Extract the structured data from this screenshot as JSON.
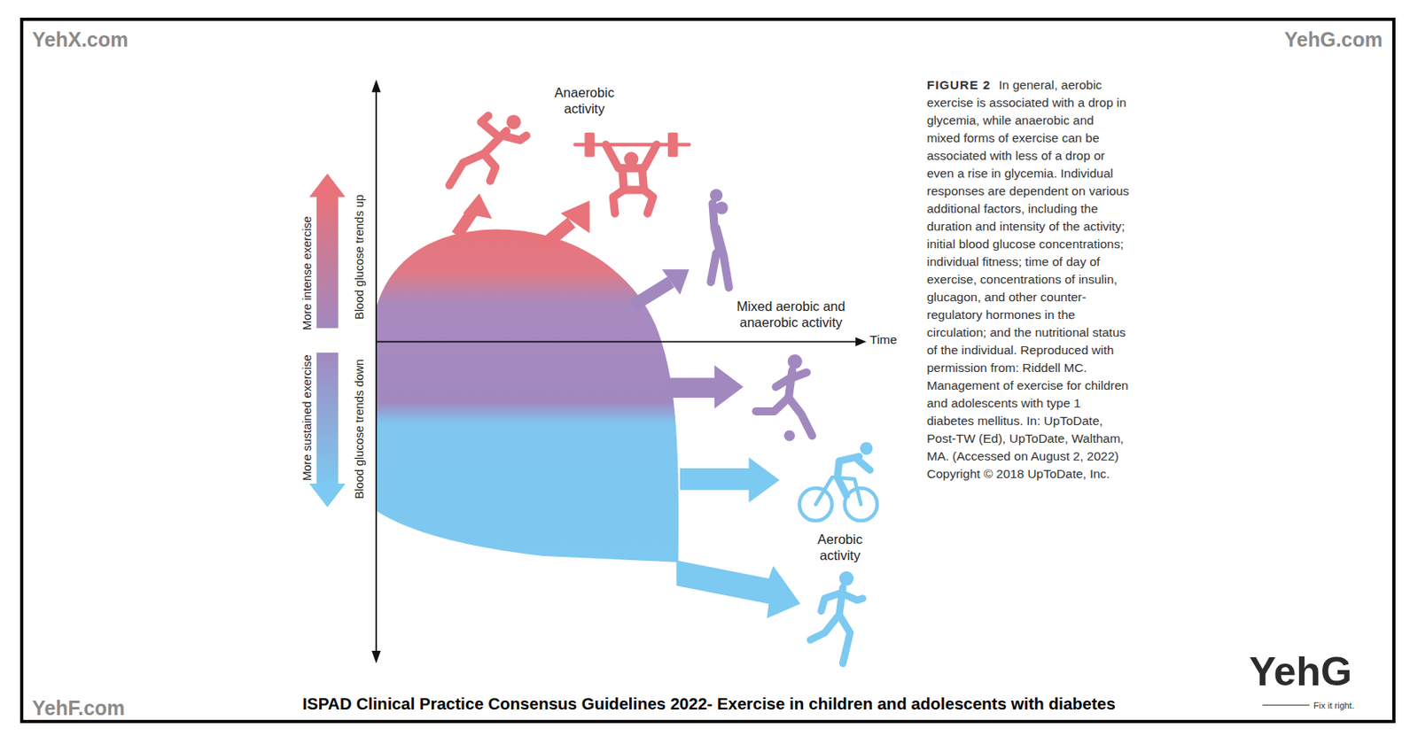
{
  "diagram": {
    "title": "ISPAD Clinical Practice Consensus Guidelines 2022- Exercise in children and adolescents with diabetes",
    "caption": "In general, aerobic exercise is associated with a drop in glycemia, while anaerobic and mixed forms of exercise can be associated with less of a drop or even a rise in glycemia. Individual responses are dependent on various additional factors, including the duration and intensity of the activity; initial blood glucose concentrations; individual fitness; time of day of exercise, concentrations of insulin, glucagon, and other counter-regulatory hormones in the circulation; and the nutritional status of the individual. Reproduced with permission from: Riddell MC. Management of exercise for children and adolescents with type 1 diabetes mellitus. In: UpToDate, Post-TW (Ed), UpToDate, Waltham, MA. (Accessed on August 2, 2022) Copyright © 2018 UpToDate, Inc.",
    "labels": [
      "FIGURE 2",
      "YehX.com",
      "YehG.com",
      "YehF.com",
      "YehG",
      "Fix it right.",
      "Anaerobic activity",
      "Mixed aerobic and anaerobic activity",
      "Aerobic activity",
      "Time",
      "More intense exercise",
      "Blood glucose trends up",
      "More sustained exercise",
      "Blood glucose trends down"
    ]
  }
}
